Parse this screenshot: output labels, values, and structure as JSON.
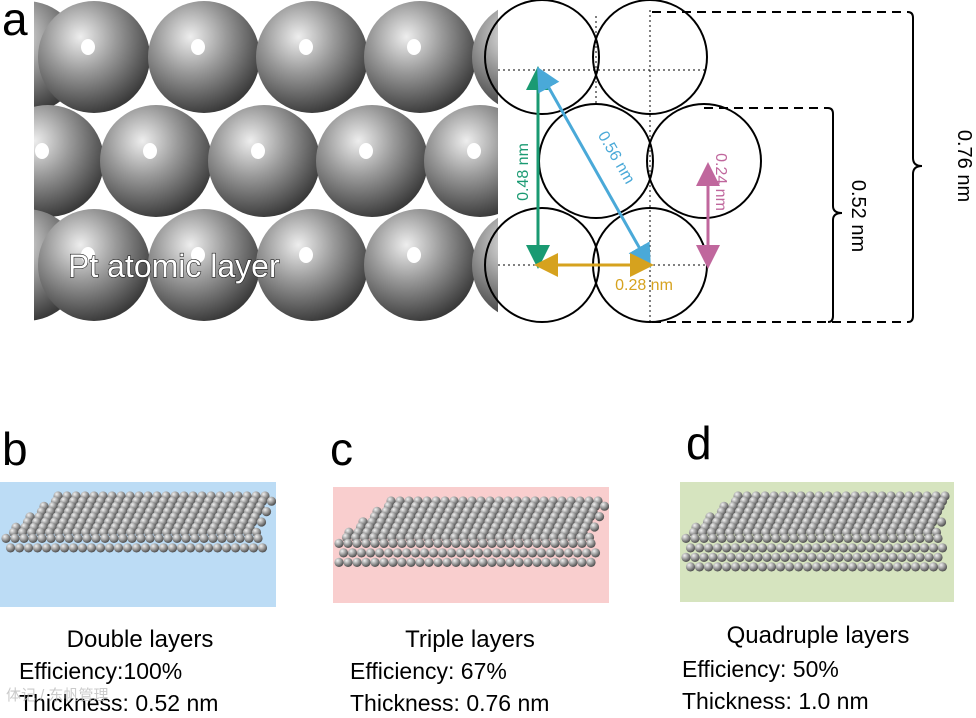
{
  "panel_a": {
    "letter": "a",
    "layer_label": "Pt atomic layer",
    "measure_vertical": "0.48 nm",
    "measure_diagonal": "0.56 nm",
    "measure_small": "0.24 nm",
    "measure_horizontal": "0.28 nm",
    "bracket_inner": "0.52 nm",
    "bracket_outer": "0.76 nm",
    "colors": {
      "vertical": "#1a9a72",
      "diagonal": "#4aa9d8",
      "small": "#c0679d",
      "horizontal": "#d6a21e"
    }
  },
  "panel_b": {
    "letter": "b",
    "title": "Double layers",
    "efficiency": "Efficiency:100%",
    "thickness": "Thickness:  0.52 nm",
    "layers": 2,
    "background": "#bcdcf5"
  },
  "panel_c": {
    "letter": "c",
    "title": "Triple layers",
    "efficiency": "Efficiency: 67%",
    "thickness": "Thickness: 0.76 nm",
    "layers": 3,
    "background": "#f9cece"
  },
  "panel_d": {
    "letter": "d",
    "title": "Quadruple layers",
    "efficiency": "Efficiency: 50%",
    "thickness": "Thickness: 1.0 nm",
    "layers": 4,
    "background": "#d6e4bf"
  },
  "watermark": "体记 / 东帆管理"
}
